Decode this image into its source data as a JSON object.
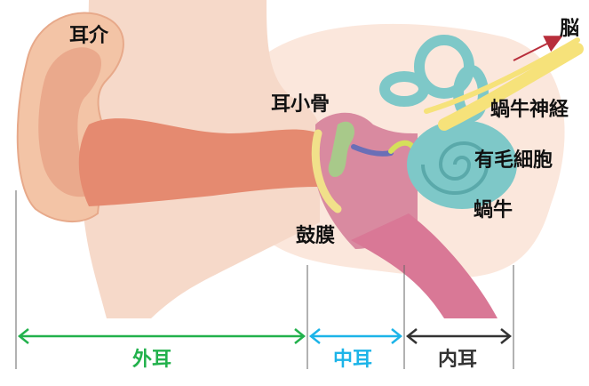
{
  "labels": {
    "auricle": "耳介",
    "brain": "脳",
    "ossicles": "耳小骨",
    "cochlear_nerve": "蝸牛神経",
    "hair_cells": "有毛細胞",
    "cochlea": "蝸牛",
    "eardrum": "鼓膜"
  },
  "sections": {
    "outer": "外耳",
    "middle": "中耳",
    "inner": "内耳"
  },
  "colors": {
    "outer": "#22b14c",
    "middle": "#1cb4e8",
    "inner": "#333333",
    "skin": "#f6d9c9",
    "canal": "#e58a70",
    "cochlea": "#7ec8c8",
    "nerve": "#f6e27a",
    "brain_arrow": "#b82e3b"
  }
}
